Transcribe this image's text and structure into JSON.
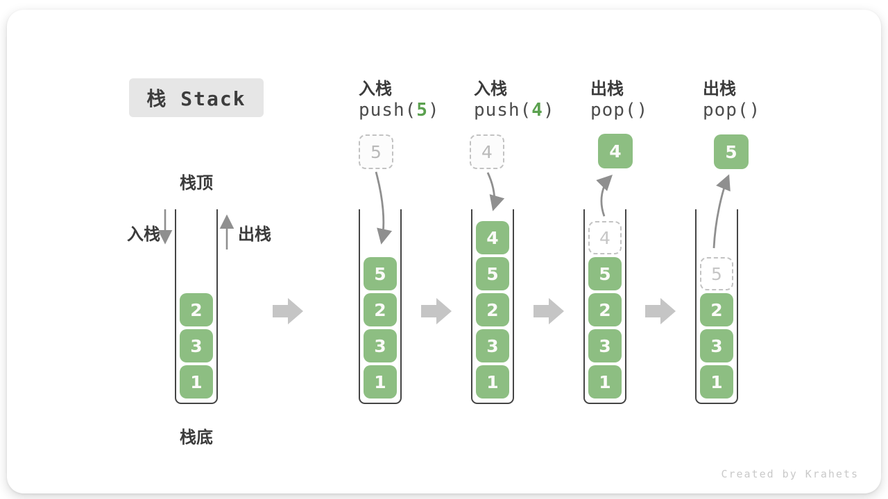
{
  "title": {
    "text": "栈 Stack"
  },
  "first_column": {
    "top_label": "栈顶",
    "bottom_label": "栈底",
    "push_label": "入栈",
    "pop_label": "出栈"
  },
  "operations": [
    {
      "label": "入栈",
      "code": [
        "push(",
        "5",
        ")"
      ]
    },
    {
      "label": "入栈",
      "code": [
        "push(",
        "4",
        ")"
      ]
    },
    {
      "label": "出栈",
      "code": [
        "pop(",
        "",
        ")"
      ]
    },
    {
      "label": "出栈",
      "code": [
        "pop(",
        "",
        ")"
      ]
    }
  ],
  "floating_boxes": [
    {
      "value": "5",
      "style": "ghost"
    },
    {
      "value": "4",
      "style": "ghost"
    },
    {
      "value": "4",
      "style": "solid"
    },
    {
      "value": "5",
      "style": "solid"
    }
  ],
  "stacks": [
    {
      "items": [
        {
          "value": "2",
          "ghost": false
        },
        {
          "value": "3",
          "ghost": false
        },
        {
          "value": "1",
          "ghost": false
        }
      ]
    },
    {
      "items": [
        {
          "value": "5",
          "ghost": false
        },
        {
          "value": "2",
          "ghost": false
        },
        {
          "value": "3",
          "ghost": false
        },
        {
          "value": "1",
          "ghost": false
        }
      ]
    },
    {
      "items": [
        {
          "value": "4",
          "ghost": false
        },
        {
          "value": "5",
          "ghost": false
        },
        {
          "value": "2",
          "ghost": false
        },
        {
          "value": "3",
          "ghost": false
        },
        {
          "value": "1",
          "ghost": false
        }
      ]
    },
    {
      "items": [
        {
          "value": "4",
          "ghost": true
        },
        {
          "value": "5",
          "ghost": false
        },
        {
          "value": "2",
          "ghost": false
        },
        {
          "value": "3",
          "ghost": false
        },
        {
          "value": "1",
          "ghost": false
        }
      ]
    },
    {
      "items": [
        {
          "value": "5",
          "ghost": true
        },
        {
          "value": "2",
          "ghost": false
        },
        {
          "value": "3",
          "ghost": false
        },
        {
          "value": "1",
          "ghost": false
        }
      ]
    }
  ],
  "colors": {
    "element_green": "#8dbe82",
    "code_arg_green": "#5ba14f",
    "ghost_border_gray": "#c3c3c3",
    "arrow_gray": "#8f8f8f",
    "block_arrow_gray": "#c5c5c5",
    "wall_dark": "#454545",
    "title_badge_bg": "#e6e6e6"
  },
  "meta": {
    "attribution": "Created by Krahets"
  }
}
